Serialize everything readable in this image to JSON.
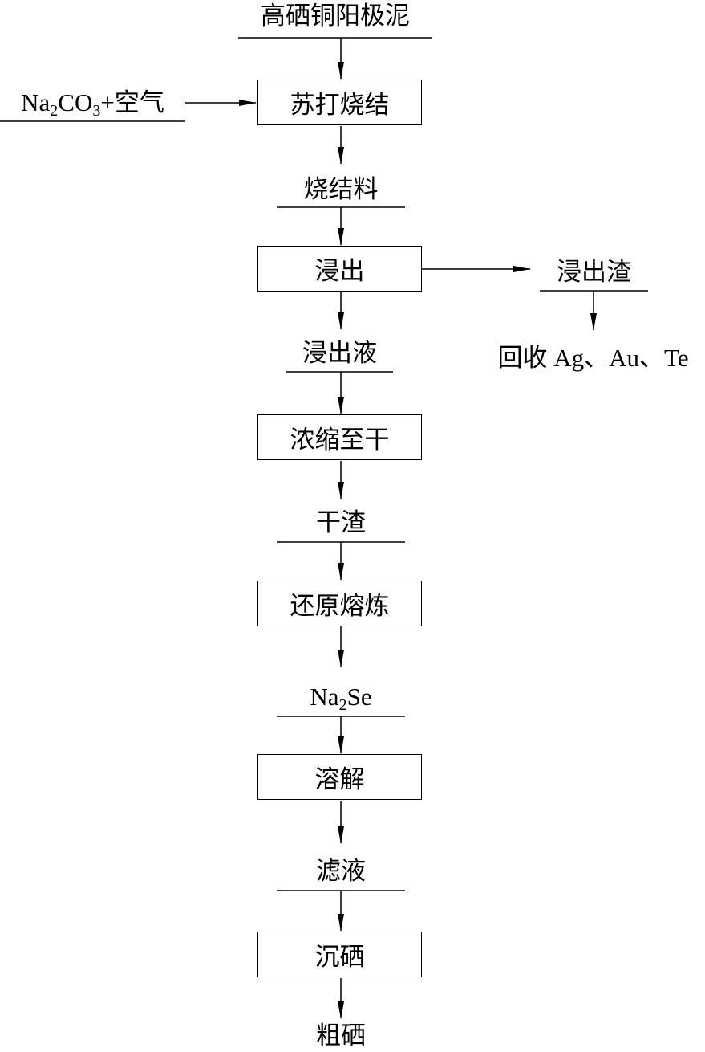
{
  "title": "高硒铜阳极泥处理流程",
  "materials": {
    "start": "高硒铜阳极泥",
    "reagent_prefix": "Na",
    "reagent_sub1": "2",
    "reagent_mid": "CO",
    "reagent_sub2": "3",
    "reagent_suffix": "+空气",
    "sinter": "烧结料",
    "leach_residue": "浸出渣",
    "recovery": "回收 Ag、Au、Te",
    "leachate": "浸出液",
    "dry_residue": "干渣",
    "na2se_prefix": "Na",
    "na2se_sub": "2",
    "na2se_suffix": "Se",
    "filtrate": "滤液",
    "product": "粗硒"
  },
  "steps": [
    "苏打烧结",
    "浸出",
    "浓缩至干",
    "还原熔炼",
    "溶解",
    "沉硒"
  ]
}
